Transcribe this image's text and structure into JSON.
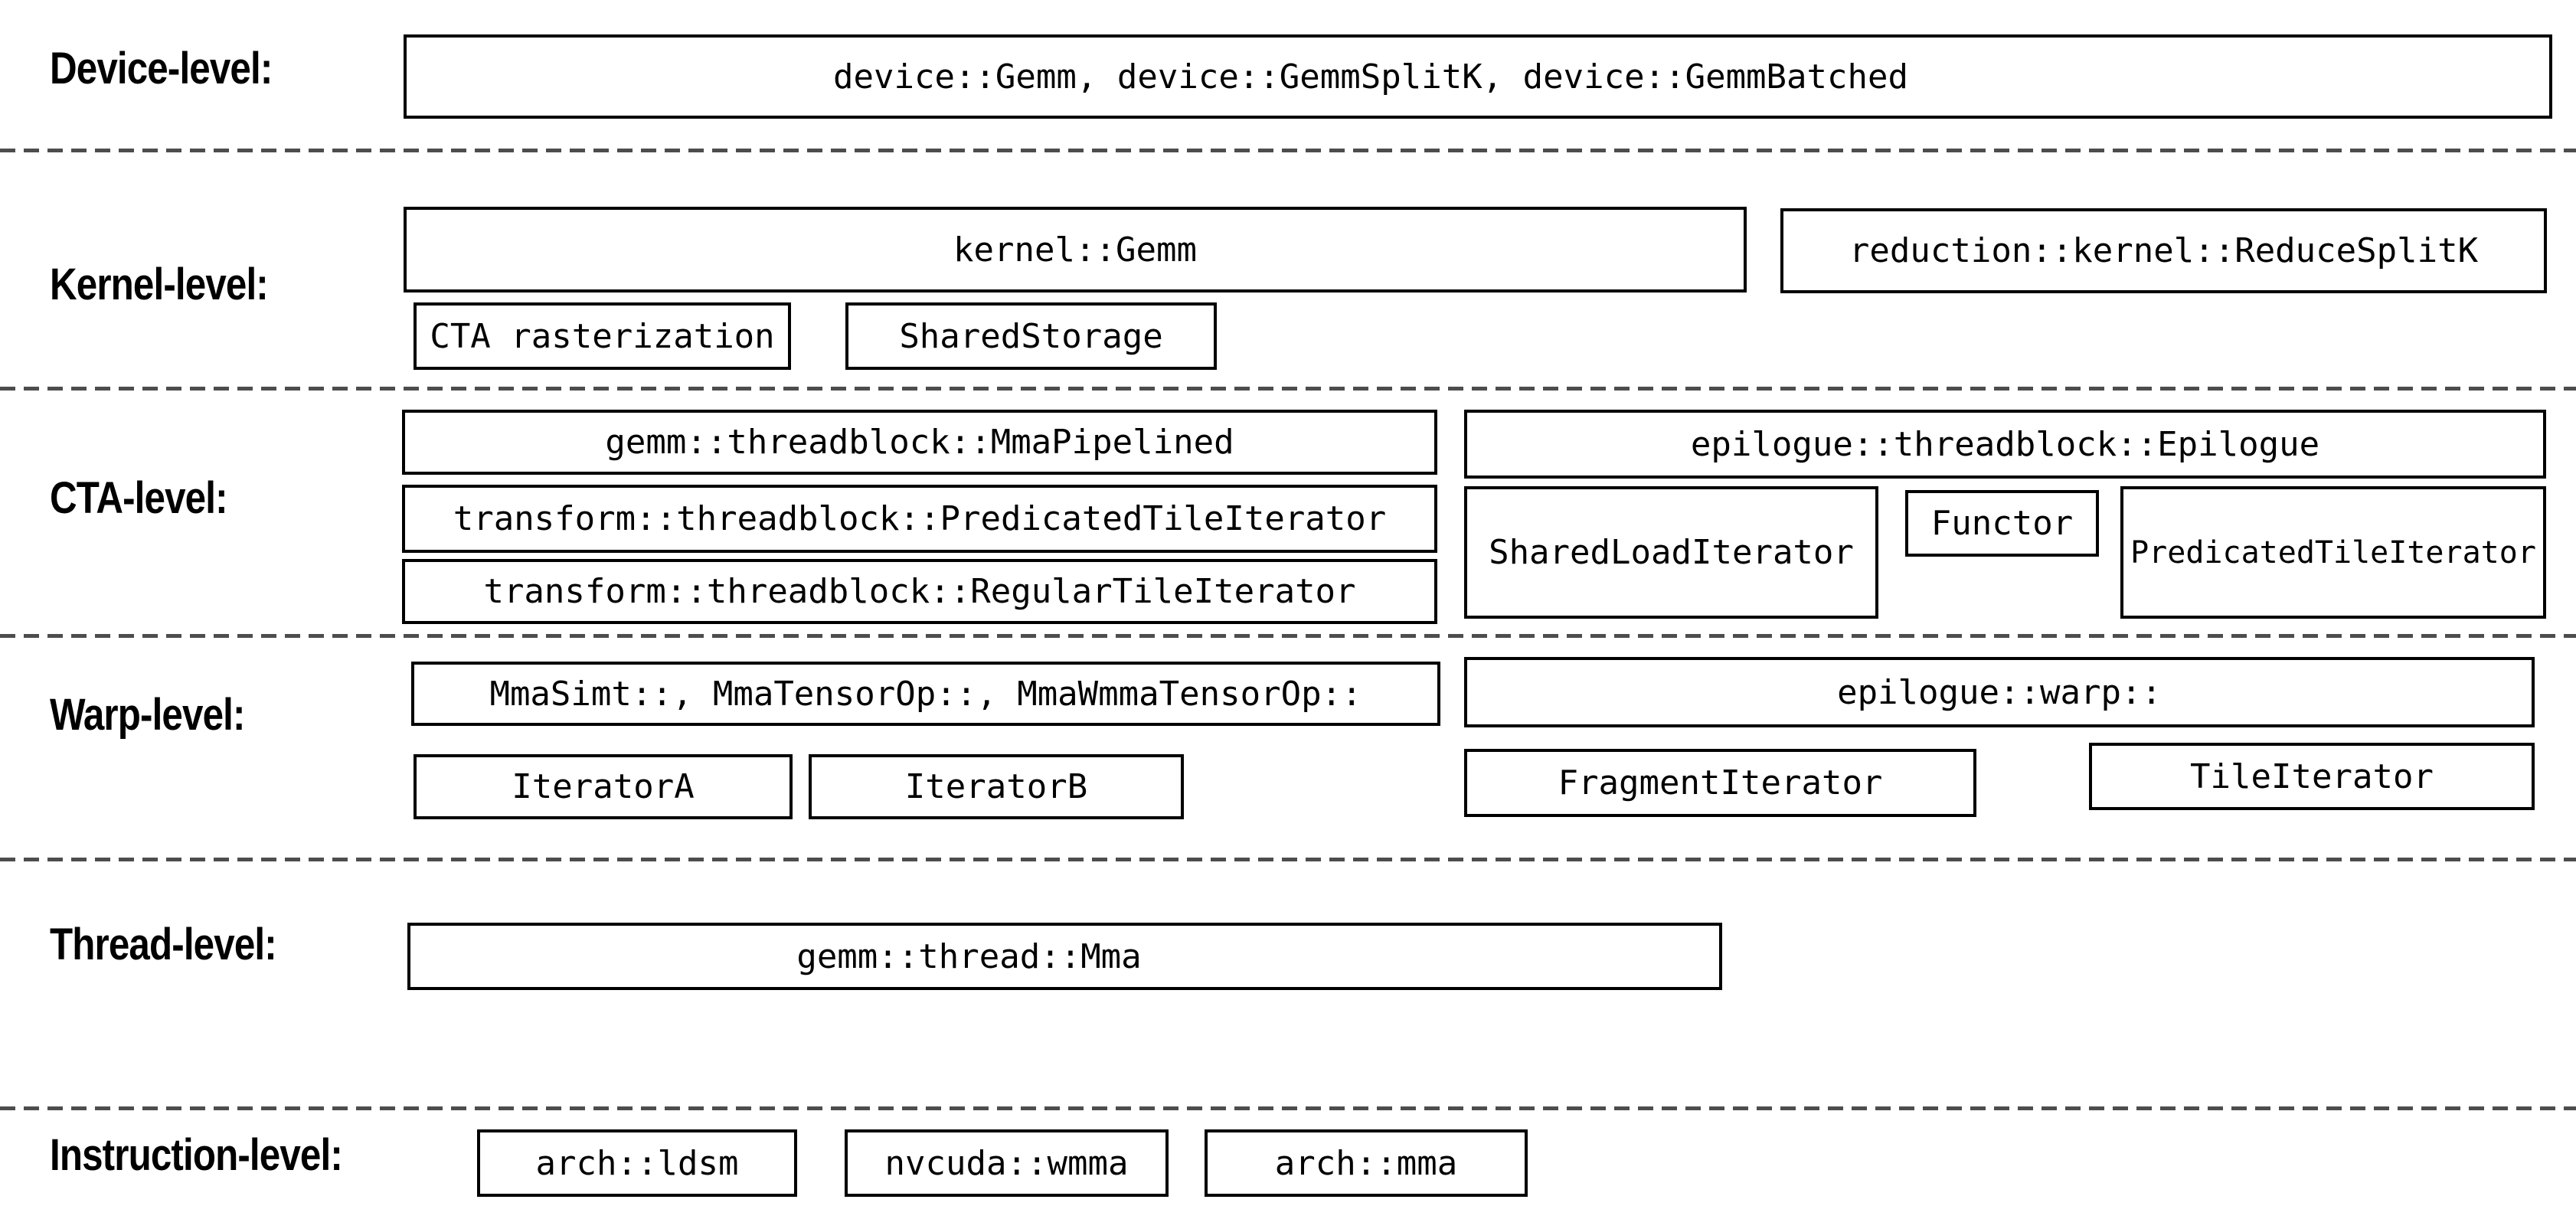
{
  "colors": {
    "background": "#ffffff",
    "box_border": "#000000",
    "box_text": "#000000",
    "label_text": "#000000",
    "separator": "#4d4d4d"
  },
  "levels": [
    {
      "id": "device",
      "label": "Device-level:",
      "boxes": [
        {
          "id": "device-gemm",
          "text": "device::Gemm, device::GemmSplitK, device::GemmBatched"
        }
      ]
    },
    {
      "id": "kernel",
      "label": "Kernel-level:",
      "boxes": [
        {
          "id": "kernel-gemm",
          "text": "kernel::Gemm"
        },
        {
          "id": "reduce-splitk",
          "text": "reduction::kernel::ReduceSplitK"
        },
        {
          "id": "cta-rasterization",
          "text": "CTA rasterization"
        },
        {
          "id": "shared-storage",
          "text": "SharedStorage"
        }
      ]
    },
    {
      "id": "cta",
      "label": "CTA-level:",
      "boxes": [
        {
          "id": "mma-pipelined",
          "text": "gemm::threadblock::MmaPipelined"
        },
        {
          "id": "epilogue-threadblock",
          "text": "epilogue::threadblock::Epilogue"
        },
        {
          "id": "tb-predicated-tile-iterator",
          "text": "transform::threadblock::PredicatedTileIterator"
        },
        {
          "id": "shared-load-iterator",
          "text": "SharedLoadIterator"
        },
        {
          "id": "functor",
          "text": "Functor"
        },
        {
          "id": "epi-predicated-tile-iterator",
          "text": "PredicatedTileIterator"
        },
        {
          "id": "tb-regular-tile-iterator",
          "text": "transform::threadblock::RegularTileIterator"
        }
      ]
    },
    {
      "id": "warp",
      "label": "Warp-level:",
      "boxes": [
        {
          "id": "warp-mma",
          "text": "MmaSimt::, MmaTensorOp::, MmaWmmaTensorOp::"
        },
        {
          "id": "epilogue-warp",
          "text": "epilogue::warp::"
        },
        {
          "id": "iterator-a",
          "text": "IteratorA"
        },
        {
          "id": "iterator-b",
          "text": "IteratorB"
        },
        {
          "id": "fragment-iterator",
          "text": "FragmentIterator"
        },
        {
          "id": "tile-iterator",
          "text": "TileIterator"
        }
      ]
    },
    {
      "id": "thread",
      "label": "Thread-level:",
      "boxes": [
        {
          "id": "gemm-thread-mma",
          "text": "gemm::thread::Mma"
        }
      ]
    },
    {
      "id": "instruction",
      "label": "Instruction-level:",
      "boxes": [
        {
          "id": "arch-ldsm",
          "text": "arch::ldsm"
        },
        {
          "id": "nvcuda-wmma",
          "text": "nvcuda::wmma"
        },
        {
          "id": "arch-mma",
          "text": "arch::mma"
        }
      ]
    }
  ]
}
